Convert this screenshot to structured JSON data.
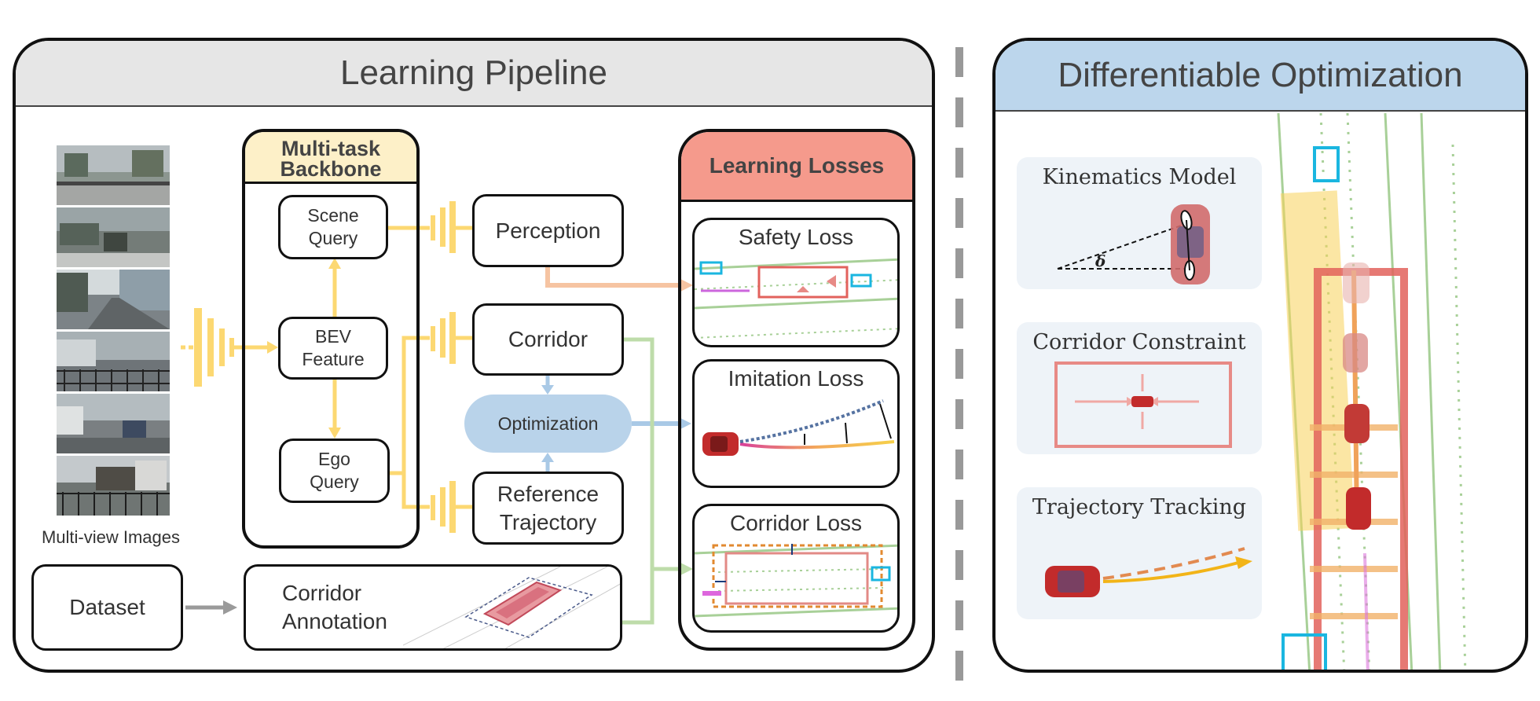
{
  "left_panel": {
    "title": "Learning Pipeline"
  },
  "right_panel": {
    "title": "Differentiable Optimization"
  },
  "inputs": {
    "label": "Multi-view Images"
  },
  "backbone": {
    "title_line1": "Multi-task",
    "title_line2": "Backbone"
  },
  "nodes": {
    "scene_query_1": "Scene",
    "scene_query_2": "Query",
    "bev_feature_1": "BEV",
    "bev_feature_2": "Feature",
    "ego_query_1": "Ego",
    "ego_query_2": "Query",
    "perception": "Perception",
    "corridor": "Corridor",
    "optimization": "Optimization",
    "reference_trajectory_1": "Reference",
    "reference_trajectory_2": "Trajectory",
    "dataset": "Dataset",
    "corridor_annotation_1": "Corridor",
    "corridor_annotation_2": "Annotation"
  },
  "losses": {
    "title": "Learning Losses",
    "safety": "Safety Loss",
    "imitation": "Imitation Loss",
    "corridor": "Corridor Loss"
  },
  "optimization_cards": {
    "kinematics": "Kinematics Model",
    "kinematics_symbol": "δ",
    "corridor_constraint": "Corridor Constraint",
    "trajectory_tracking": "Trajectory Tracking"
  },
  "colors": {
    "head_gray": "#e6e6e6",
    "head_blue": "#bcd6ec",
    "backbone_head": "#fdf0c8",
    "losses_head": "#f59a8c",
    "optimization": "#b9d3ea",
    "yellow_arrow": "#fcd872",
    "orange_arrow": "#f6c4a2",
    "green_arrow": "#bedcaa",
    "blue_arrow": "#a9c9e6",
    "gray_arrow": "#9a9a9a",
    "car_red": "#c22b2b",
    "corridor_red": "#e2625c"
  }
}
